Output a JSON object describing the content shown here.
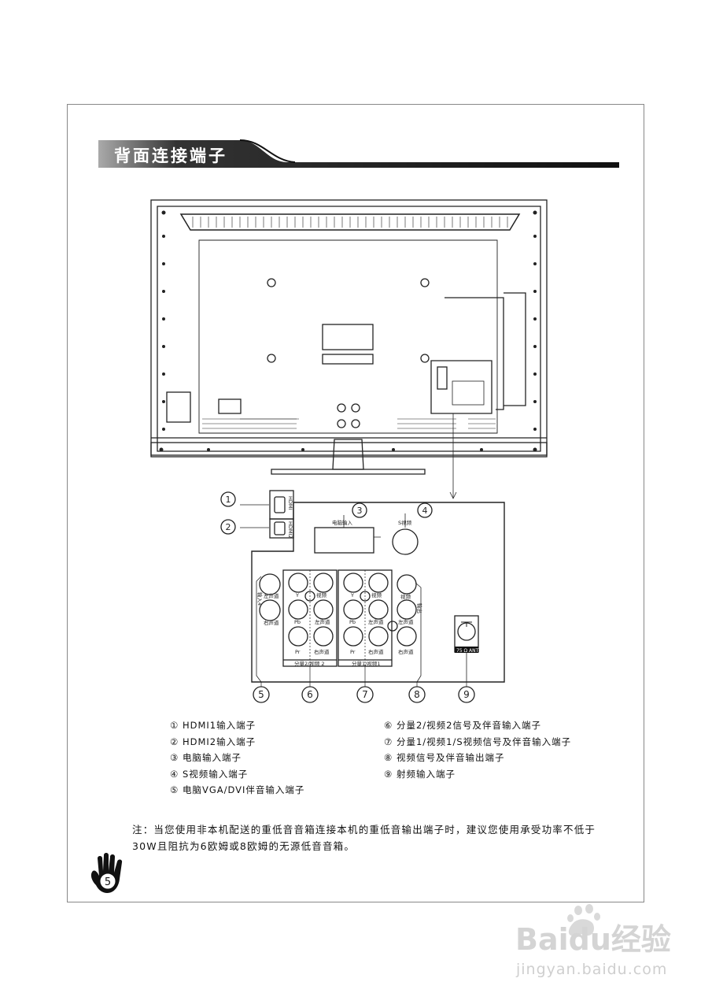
{
  "section_title": "背面连接端子",
  "page_number": "5",
  "callouts": [
    "①",
    "②",
    "③",
    "④",
    "⑤",
    "⑥",
    "⑦",
    "⑧",
    "⑨"
  ],
  "panel_labels": {
    "hdmi1": "HDMI",
    "hdmi2": "HDMI2",
    "pc_input": "电脑输入",
    "s_video": "S视频",
    "input4": "输入4",
    "left_ch": "左声道",
    "right_ch": "右声道",
    "y": "Y",
    "pb": "Pb",
    "pr": "Pr",
    "video": "视频",
    "output": "输出",
    "group2": "分量2/视频 2",
    "group1": "分量1/视频1",
    "ant": "75 Ω ANT"
  },
  "legend_left": [
    "① HDMI1输入端子",
    "② HDMI2输入端子",
    "③ 电脑输入端子",
    "④ S视频输入端子",
    "⑤ 电脑VGA/DVI伴音输入端子"
  ],
  "legend_right": [
    "⑥ 分量2/视频2信号及伴音输入端子",
    "⑦ 分量1/视频1/S视频信号及伴音输入端子",
    "⑧ 视频信号及伴音输出端子",
    "⑨ 射频输入端子"
  ],
  "note": "注：当您使用非本机配送的重低音音箱连接本机的重低音输出端子时，建议您使用承受功率不低于30W且阻抗为6欧姆或8欧姆的无源低音音箱。",
  "watermark": {
    "brand": "Baidu经验",
    "url": "jingyan.baidu.com"
  }
}
